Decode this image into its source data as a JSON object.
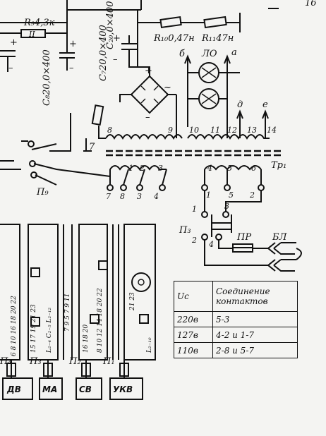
{
  "resistors": {
    "r9": "R₉4,3к",
    "r10": "R₁₀0,47н",
    "r11": "R₁₁47н"
  },
  "capacitors": {
    "c8": "C₈20,0×400",
    "c7": "C₇20,0×400",
    "c_top": "C₂₀,0×400"
  },
  "terminals_top": [
    "б",
    "ЛО",
    "а"
  ],
  "terminals_mid": [
    "д",
    "е"
  ],
  "winding_numbers_a": [
    "8",
    "9",
    "10",
    "11",
    "12",
    "13",
    "14"
  ],
  "winding_numbers_b": [
    "1",
    "2",
    "3",
    "4",
    "5",
    "6"
  ],
  "transformer": "Тр₁",
  "lamp_symbol": "~",
  "switch_p9": "П₉",
  "switch_p3": "П₃",
  "p9_contacts": [
    "7",
    "8",
    "3",
    "4"
  ],
  "p3_contacts_top": [
    "1",
    "5",
    "2"
  ],
  "p3_contacts": [
    "1",
    "3",
    "2",
    "4"
  ],
  "fuse": "ПР",
  "plug": "БЛ",
  "band_switches": [
    "П₄",
    "П₃",
    "П₂",
    "П₁"
  ],
  "band_buttons": [
    "ДВ",
    "МА",
    "СВ",
    "УКВ"
  ],
  "strip_labels": [
    "6 8 10  16 18 20 22",
    "15 17 19 21 23",
    "L₂₋₄ С₂₋₅ L₂₋₁₂",
    "7 9 5 7 9 11",
    "16 18 20",
    "8 10 12 14 18 20 22",
    "21 23",
    "L₂₋₁₀"
  ],
  "table": {
    "header_col1": "Uс",
    "header_col2": "Соединение контактов",
    "rows": [
      {
        "voltage": "220в",
        "connection": "5-3"
      },
      {
        "voltage": "127в",
        "connection": "4-2  и  1-7"
      },
      {
        "voltage": "110в",
        "connection": "2-8  и  5-7"
      }
    ]
  },
  "corner_mark": "16"
}
